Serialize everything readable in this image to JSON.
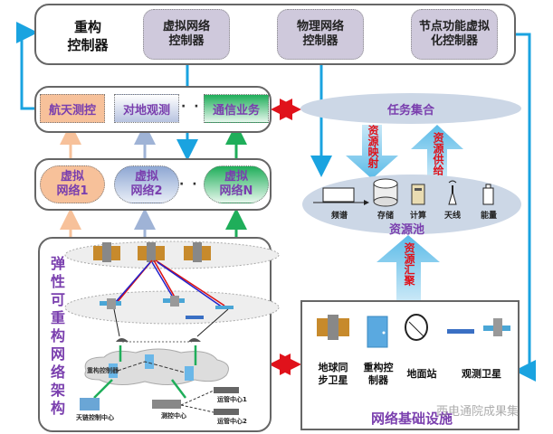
{
  "controllers": {
    "reconfig": "重构\n控制器",
    "virtual_net": "虚拟网络\n控制器",
    "physical_net": "物理网络\n控制器",
    "node_func": "节点功能虚拟\n化控制器"
  },
  "tasks": {
    "items": [
      "航天测控",
      "对地观测",
      "通信业务"
    ],
    "ellipsis": "· · ·"
  },
  "virtual_networks": {
    "items": [
      "虚拟\n网络1",
      "虚拟\n网络2",
      "虚拟\n网络N"
    ],
    "ellipsis": "· · · ·"
  },
  "task_set": "任务集合",
  "resource_mapping": "资源映射",
  "resource_supply": "资源供给",
  "resource_pool": {
    "title": "资源池",
    "items": [
      "频谱",
      "存储",
      "计算",
      "天线",
      "能量"
    ]
  },
  "resource_aggregation": "资源汇聚",
  "architecture": {
    "title": "弹性可重构网络架构",
    "cloud_label": "重构控制器",
    "nodes": [
      "天链控制中心",
      "测控中心",
      "运管中心1",
      "运管中心2"
    ]
  },
  "infrastructure": {
    "title": "网络基础设施",
    "items": [
      "地球同\n步卫星",
      "重构控\n制器",
      "地面站",
      "观测卫星"
    ]
  },
  "watermark": "西电通院成果集",
  "colors": {
    "flow_blue": "#1aa3e0",
    "bidir_red": "#e0121b",
    "purple_text": "#7a3fae",
    "controller_fill": "#cfc9dc",
    "task_orange": "#f7c19a",
    "task_blue": "#9fb3d6",
    "task_green": "#1fae5a"
  }
}
